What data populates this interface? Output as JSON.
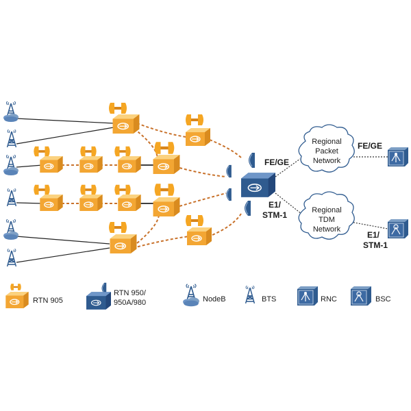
{
  "links": {
    "hub_left": "FE/GE",
    "hub_bottom": [
      "E1/",
      "STM-1"
    ],
    "packet_right": "FE/GE",
    "tdm_right": [
      "E1/",
      "STM-1"
    ]
  },
  "clouds": {
    "packet": [
      "Regional",
      "Packet",
      "Network"
    ],
    "tdm": [
      "Regional",
      "TDM",
      "Network"
    ]
  },
  "legend": {
    "rtn905": "RTN 905",
    "rtn950": [
      "RTN 950/",
      "950A/980"
    ],
    "nodeb": "NodeB",
    "bts": "BTS",
    "rnc": "RNC",
    "bsc": "BSC"
  },
  "colors": {
    "orange": "#f5a623",
    "orange_dark": "#d9861a",
    "link_orange": "#c8712a",
    "blue": "#2f5b8f",
    "blue_light": "#7d9fc5"
  }
}
